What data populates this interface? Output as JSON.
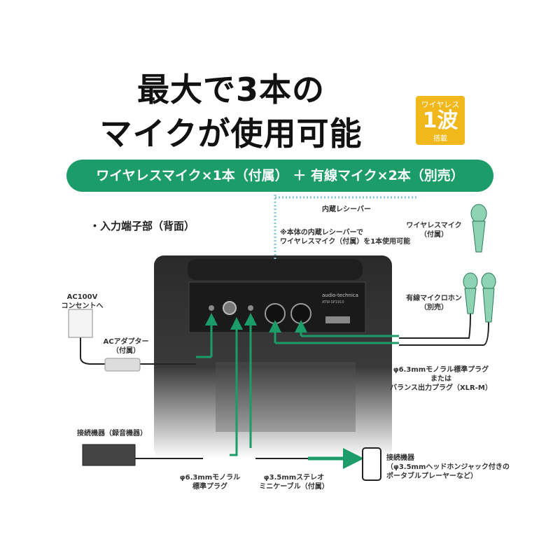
{
  "headline": {
    "line1": "最大で3本の",
    "line2": "マイクが使用可能"
  },
  "badge": {
    "top": "ワイヤレス",
    "number": "1波",
    "bottom": "搭載",
    "color": "#f0b81a"
  },
  "banner": {
    "text": "ワイヤレスマイク×1本（付属） ＋ 有線マイク×2本（別売）",
    "color": "#1b9c69"
  },
  "section_title": "・入力端子部（背面）",
  "labels": {
    "receiver": "内蔵レシーバー",
    "receiver_note_1": "※本体の内蔵レシーバーで",
    "receiver_note_2": "ワイヤレスマイク（付属）を1本使用可能",
    "wireless_mic_1": "ワイヤレスマイク",
    "wireless_mic_2": "（付属）",
    "wired_mic_1": "有線マイクロホン",
    "wired_mic_2": "（別売）",
    "ac_1": "AC100V",
    "ac_2": "コンセントへ",
    "adapter_1": "ACアダプター",
    "adapter_2": "（付属）",
    "plug_1": "φ6.3mmモノラル標準プラグ",
    "plug_2": "または",
    "plug_3": "バランス出力プラグ（XLR-M）",
    "recorder": "接続機器（録音機器）",
    "mono_plug_1": "φ6.3mmモノラル",
    "mono_plug_2": "標準プラグ",
    "stereo_1": "φ3.5mmステレオ",
    "stereo_2": "ミニケーブル（付属）",
    "device_1": "接続機器",
    "device_2": "（φ3.5mmヘッドホンジャック付きの",
    "device_3": "ポータブルプレーヤーなど）",
    "brand": "audio-technica",
    "model": "ATW-SP1910"
  },
  "accent_color": "#1b9c69"
}
